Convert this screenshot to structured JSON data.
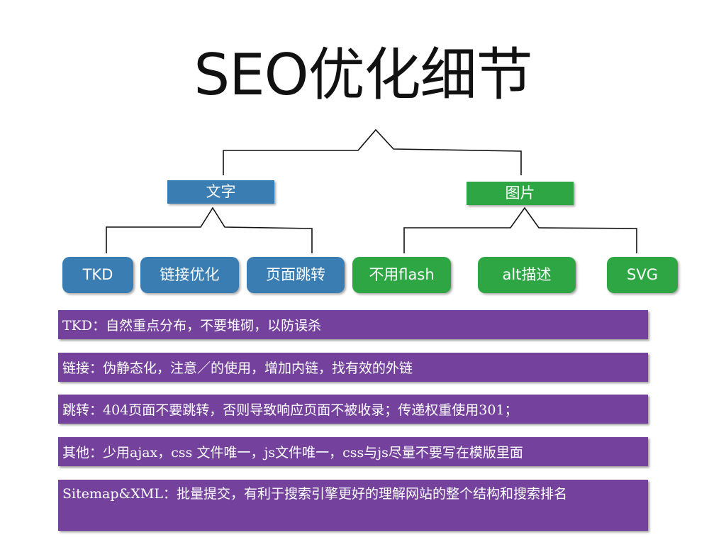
{
  "title": "SEO优化细节",
  "categories": {
    "text": {
      "label": "文字",
      "color": "#3a7db3"
    },
    "image": {
      "label": "图片",
      "color": "#2ea644"
    }
  },
  "items": {
    "tkd": "TKD",
    "link_optimization": "链接优化",
    "page_redirect": "页面跳转",
    "no_flash": "不用flash",
    "alt_desc": "alt描述",
    "svg": "SVG"
  },
  "notes": [
    "TKD：自然重点分布，不要堆砌，以防误杀",
    "链接：伪静态化，注意／的使用，增加内链，找有效的外链",
    "跳转：404页面不要跳转，否则导致响应页面不被收录；传递权重使用301；",
    "其他：少用ajax，css 文件唯一，js文件唯一，css与js尽量不要写在模版里面",
    "Sitemap&XML：批量提交，有利于搜索引擎更好的理解网站的整个结构和搜索排名"
  ],
  "colors": {
    "blue": "#3a7db3",
    "green": "#2ea644",
    "purple": "#74419c"
  }
}
